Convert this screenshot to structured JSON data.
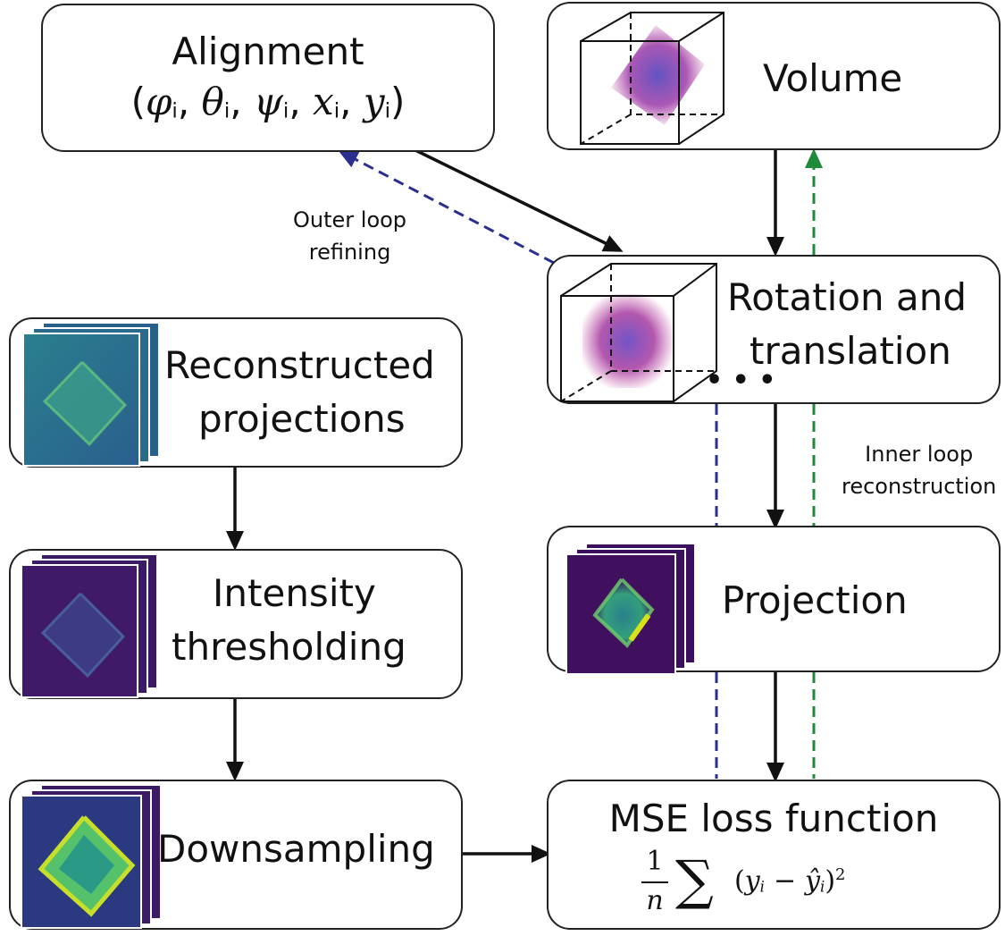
{
  "alignment": {
    "title": "Alignment",
    "params": [
      {
        "symbol": "φ",
        "sub": "i"
      },
      {
        "symbol": "θ",
        "sub": "i"
      },
      {
        "symbol": "ψ",
        "sub": "i"
      },
      {
        "symbol": "x",
        "sub": "i"
      },
      {
        "symbol": "y",
        "sub": "i"
      }
    ]
  },
  "volume": {
    "label": "Volume"
  },
  "rotation": {
    "line1": "Rotation and",
    "line2": "translation",
    "ellipsis": "• • •"
  },
  "projection": {
    "label": "Projection"
  },
  "mse": {
    "title": "MSE loss function",
    "formula": {
      "frac_num": "1",
      "frac_den": "n",
      "sum": "∑",
      "expr_open": "(",
      "y": "y",
      "i": "i",
      "minus": "−",
      "yhat": "ŷ",
      "expr_close": ")",
      "power": "2"
    }
  },
  "reconstructed": {
    "line1": "Reconstructed",
    "line2": "projections"
  },
  "intensity": {
    "line1": "Intensity",
    "line2": "thresholding"
  },
  "downsampling": {
    "label": "Downsampling"
  },
  "outer_loop": {
    "line1": "Outer loop",
    "line2": "refining"
  },
  "inner_loop": {
    "line1": "Inner loop",
    "line2": "reconstruction"
  },
  "colors": {
    "blue_dashed": "#2a2f8f",
    "green_dashed": "#1f8a3a",
    "arrow": "#111111",
    "viridis_dark": "#3b0f5e",
    "viridis_teal": "#2a7f8e",
    "viridis_yellow": "#d8e219",
    "plasma_purple": "#8a3aa8"
  }
}
